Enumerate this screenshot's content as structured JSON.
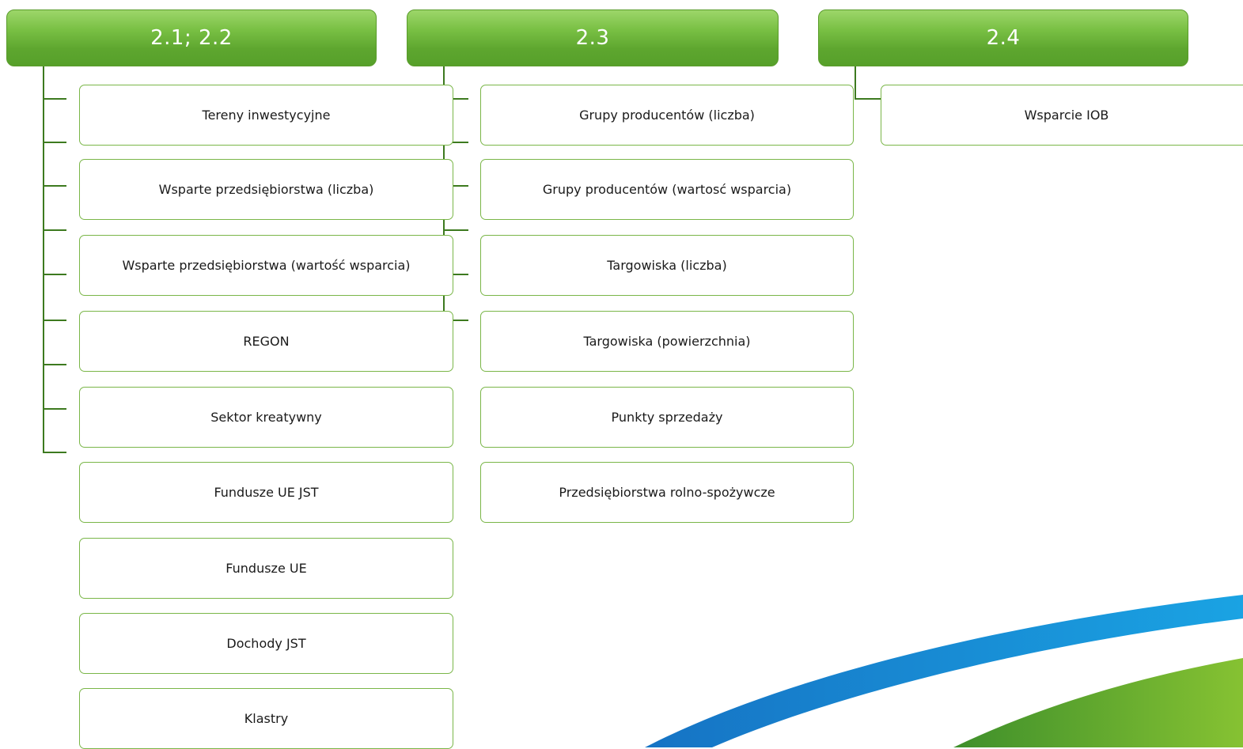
{
  "columns": [
    {
      "header": "2.1; 2.2",
      "items": [
        "Tereny inwestycyjne",
        "Wsparte przedsiębiorstwa (liczba)",
        "Wsparte przedsiębiorstwa (wartość wsparcia)",
        "REGON",
        "Sektor kreatywny",
        "Fundusze UE JST",
        "Fundusze UE",
        "Dochody JST",
        "Klastry"
      ]
    },
    {
      "header": "2.3",
      "items": [
        "Grupy producentów (liczba)",
        "Grupy producentów (wartosć wsparcia)",
        "Targowiska (liczba)",
        "Targowiska (powierzchnia)",
        "Punkty sprzedaży",
        "Przedsiębiorstwa rolno-spożywcze"
      ]
    },
    {
      "header": "2.4",
      "items": [
        "Wsparcie IOB"
      ]
    }
  ],
  "colors": {
    "header_green": "#79c044",
    "box_border": "#7ab648",
    "connector": "#3d7a1f",
    "swoosh_blue": "#1e8fd6",
    "swoosh_green": "#72b82f"
  }
}
